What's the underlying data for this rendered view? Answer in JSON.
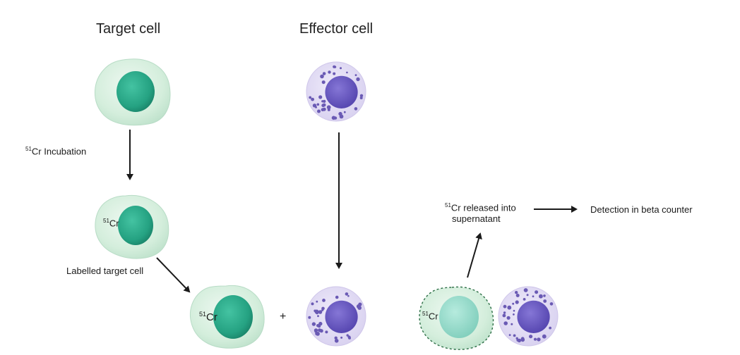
{
  "headings": {
    "target": "Target cell",
    "effector": "Effector cell"
  },
  "labels": {
    "incubation_sup": "51",
    "incubation_text": "Cr Incubation",
    "labelled_target": "Labelled target cell",
    "released_sup": "51",
    "released_line1": "Cr released into",
    "released_line2": "supernatant",
    "detection": "Detection in beta counter",
    "plus": "+"
  },
  "cell_tags": {
    "labelled_sup": "51",
    "labelled_text": "Cr",
    "mixed_sup": "51",
    "mixed_text": "Cr",
    "lysed_sup": "51",
    "lysed_text": "Cr"
  },
  "colors": {
    "target_membrane": "#d5eedd",
    "target_membrane_edge": "#bfe0cb",
    "target_nucleus": "#2fae8f",
    "target_nucleus_dark": "#1f8d72",
    "lysed_nucleus": "#8fd9c9",
    "effector_outer": "#e3def4",
    "effector_nucleus": "#6c5cc2",
    "effector_dots": "#6a5ab4",
    "arrow": "#1a1a1a",
    "dashed_edge": "#3d7a55"
  }
}
